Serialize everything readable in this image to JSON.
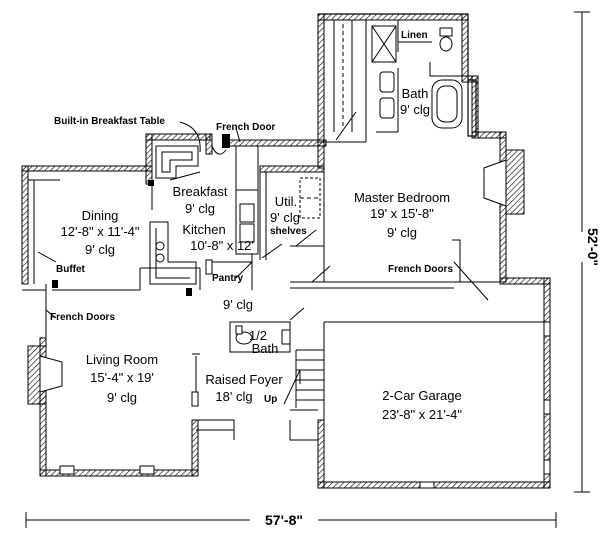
{
  "rooms": {
    "master_bedroom": {
      "name": "Master Bedroom",
      "size": "19' x 15'-8\"",
      "ceiling": "9' clg"
    },
    "bath": {
      "name": "Bath",
      "ceiling": "9' clg"
    },
    "linen": {
      "name": "Linen"
    },
    "breakfast": {
      "name": "Breakfast",
      "ceiling": "9' clg"
    },
    "dining": {
      "name": "Dining",
      "size": "12'-8\" x 11'-4\"",
      "ceiling": "9' clg"
    },
    "kitchen": {
      "name": "Kitchen",
      "size": "10'-8\" x 12'"
    },
    "utility": {
      "name": "Util.",
      "ceiling": "9' clg",
      "note": "shelves"
    },
    "pantry": {
      "name": "Pantry"
    },
    "hall": {
      "ceiling": "9' clg"
    },
    "living_room": {
      "name": "Living Room",
      "size": "15'-4\" x 19'",
      "ceiling": "9' clg"
    },
    "half_bath": {
      "name_line1": "1/2",
      "name_line2": "Bath"
    },
    "foyer": {
      "name": "Raised Foyer",
      "ceiling": "18' clg"
    },
    "garage": {
      "name": "2-Car Garage",
      "size": "23'-8\" x 21'-4\""
    }
  },
  "annotations": {
    "breakfast_table": "Built-in Breakfast Table",
    "french_door": "French Door",
    "french_doors_dining": "French Doors",
    "french_doors_master": "French Doors",
    "buffet": "Buffet",
    "up": "Up"
  },
  "dimensions": {
    "width": "57'-8\"",
    "depth": "52'-0\""
  }
}
